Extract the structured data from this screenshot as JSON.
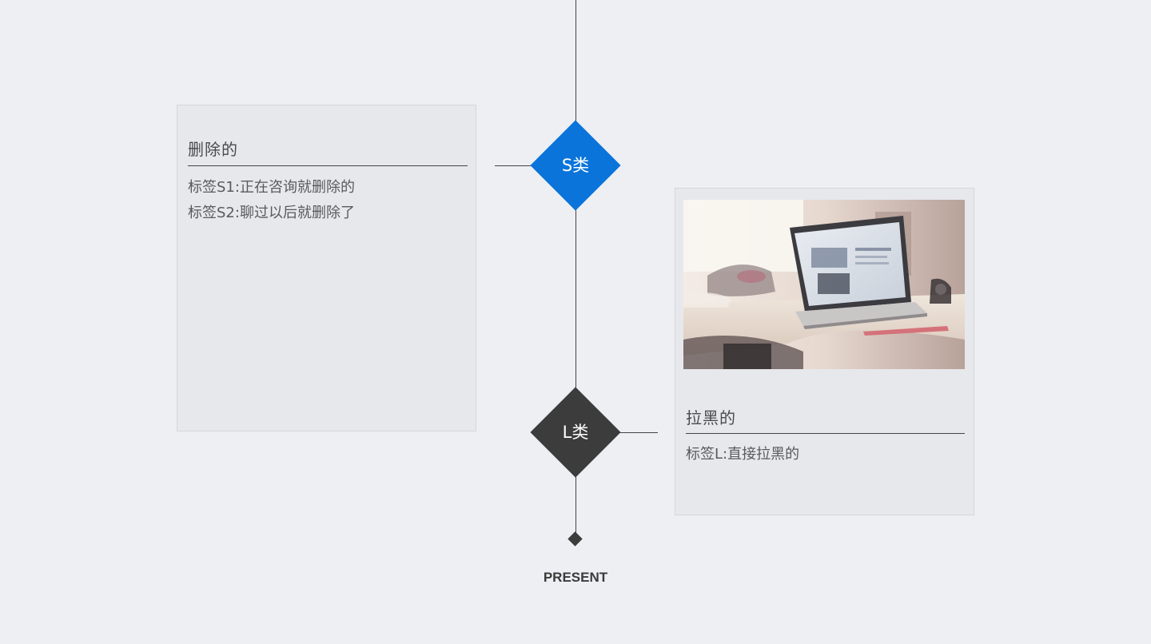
{
  "timeline": {
    "end_label": "PRESENT"
  },
  "nodes": [
    {
      "label": "S类",
      "color": "#0a74da",
      "card": {
        "title": "删除的",
        "lines": [
          "标签S1:正在咨询就删除的",
          "标签S2:聊过以后就删除了"
        ]
      }
    },
    {
      "label": "L类",
      "color": "#3c3c3c",
      "card": {
        "title": "拉黑的",
        "lines": [
          "标签L:直接拉黑的"
        ],
        "image": "laptop-on-desk-photo"
      }
    }
  ],
  "colors": {
    "background": "#edeff3",
    "line": "#444444",
    "card_bg": "#e7e8ec"
  }
}
